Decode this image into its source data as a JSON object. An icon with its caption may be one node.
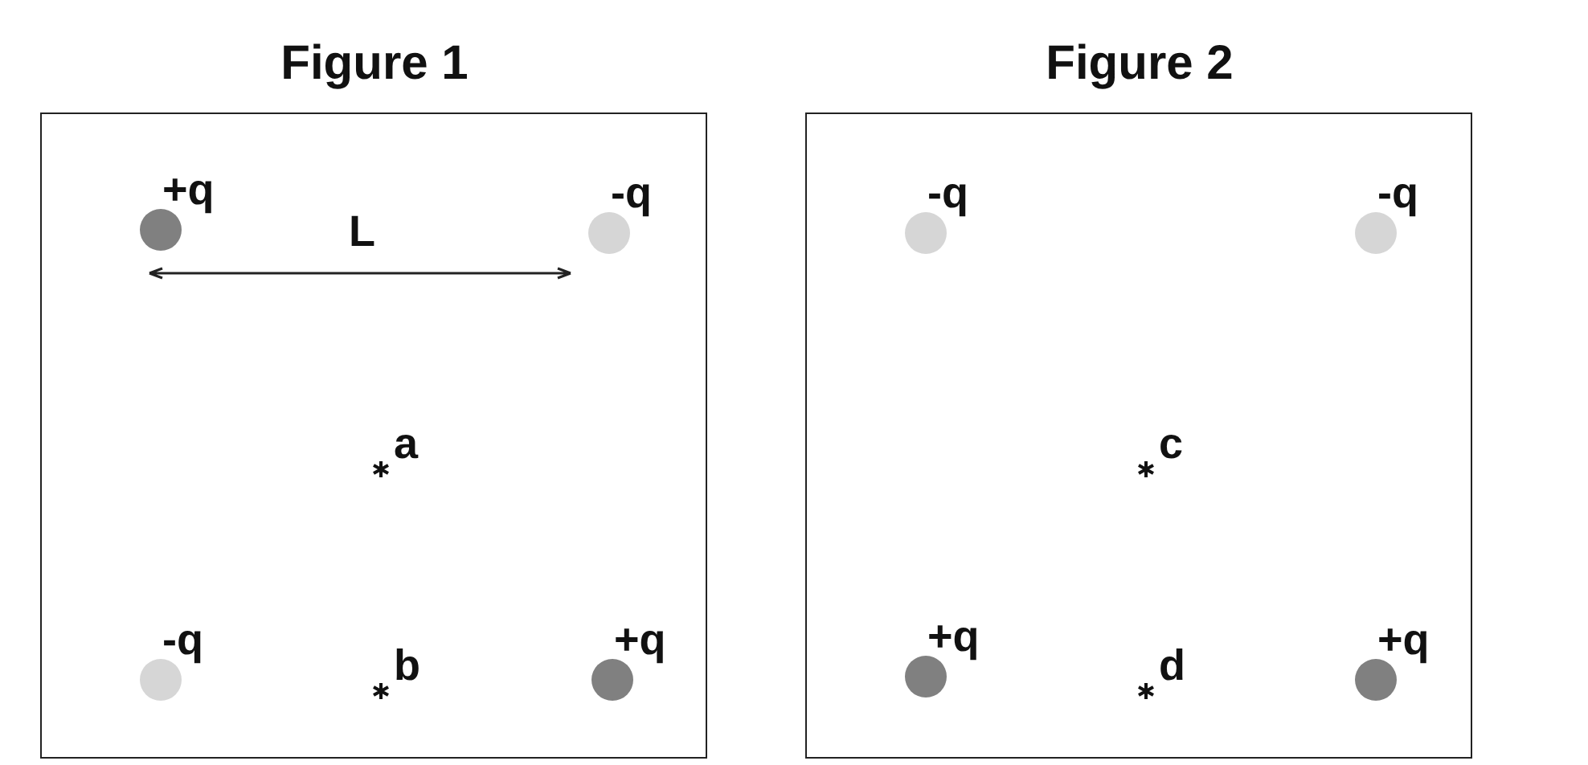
{
  "diagram": {
    "nodes": [
      {
        "text": [
          "Figure 1"
        ]
      },
      {
        "text": [],
        "shape": "circle",
        "beside": [
          "+q"
        ],
        "in": 0
      },
      {
        "text": [],
        "shape": "circle",
        "beside": [
          "-q"
        ],
        "in": 0
      },
      {
        "text": [
          "a"
        ],
        "in": 0
      },
      {
        "text": [],
        "shape": "circle",
        "beside": [
          "-q"
        ],
        "in": 0
      },
      {
        "text": [
          "b"
        ],
        "in": 0
      },
      {
        "text": [],
        "shape": "circle",
        "beside": [
          "+q"
        ],
        "in": 0
      },
      {
        "text": [
          "Figure 2"
        ]
      },
      {
        "text": [],
        "shape": "circle",
        "beside": [
          "-q"
        ],
        "in": 7
      },
      {
        "text": [],
        "shape": "circle",
        "beside": [
          "-q"
        ],
        "in": 7
      },
      {
        "text": [
          "c"
        ],
        "in": 7
      },
      {
        "text": [],
        "shape": "circle",
        "beside": [
          "+q"
        ],
        "in": 7
      },
      {
        "text": [
          "d"
        ],
        "in": 7
      },
      {
        "text": [],
        "shape": "circle",
        "beside": [
          "+q"
        ],
        "in": 7
      }
    ],
    "labels": [
      "L"
    ]
  }
}
